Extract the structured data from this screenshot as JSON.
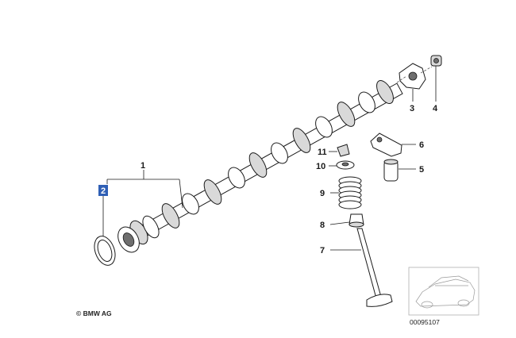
{
  "callouts": [
    {
      "id": "1",
      "label": "1"
    },
    {
      "id": "2",
      "label": "2"
    },
    {
      "id": "3",
      "label": "3"
    },
    {
      "id": "4",
      "label": "4"
    },
    {
      "id": "5",
      "label": "5"
    },
    {
      "id": "6",
      "label": "6"
    },
    {
      "id": "7",
      "label": "7"
    },
    {
      "id": "8",
      "label": "8"
    },
    {
      "id": "9",
      "label": "9"
    },
    {
      "id": "10",
      "label": "10"
    },
    {
      "id": "11",
      "label": "11"
    }
  ],
  "highlighted_callout": "2",
  "footer": {
    "copyright": "© BMW AG",
    "diagram_number": "00095107"
  }
}
